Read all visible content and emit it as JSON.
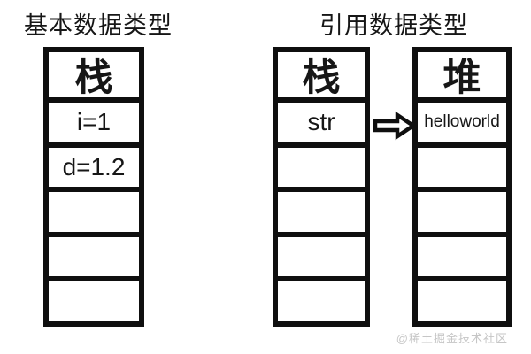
{
  "titles": {
    "primitive": "基本数据类型",
    "reference": "引用数据类型"
  },
  "tables": {
    "primitive_stack": {
      "header": "栈",
      "cells": [
        "i=1",
        "d=1.2",
        "",
        "",
        ""
      ]
    },
    "reference_stack": {
      "header": "栈",
      "cells": [
        "str",
        "",
        "",
        "",
        ""
      ]
    },
    "heap": {
      "header": "堆",
      "cells": [
        "helloworld",
        "",
        "",
        "",
        ""
      ]
    }
  },
  "arrow": {
    "meaning": "str references helloworld in heap",
    "direction": "right"
  },
  "watermark": "@稀土掘金技术社区",
  "colors": {
    "line": "#0f0f0f",
    "text": "#161616",
    "background": "#ffffff",
    "watermark": "#c6c6c6"
  }
}
